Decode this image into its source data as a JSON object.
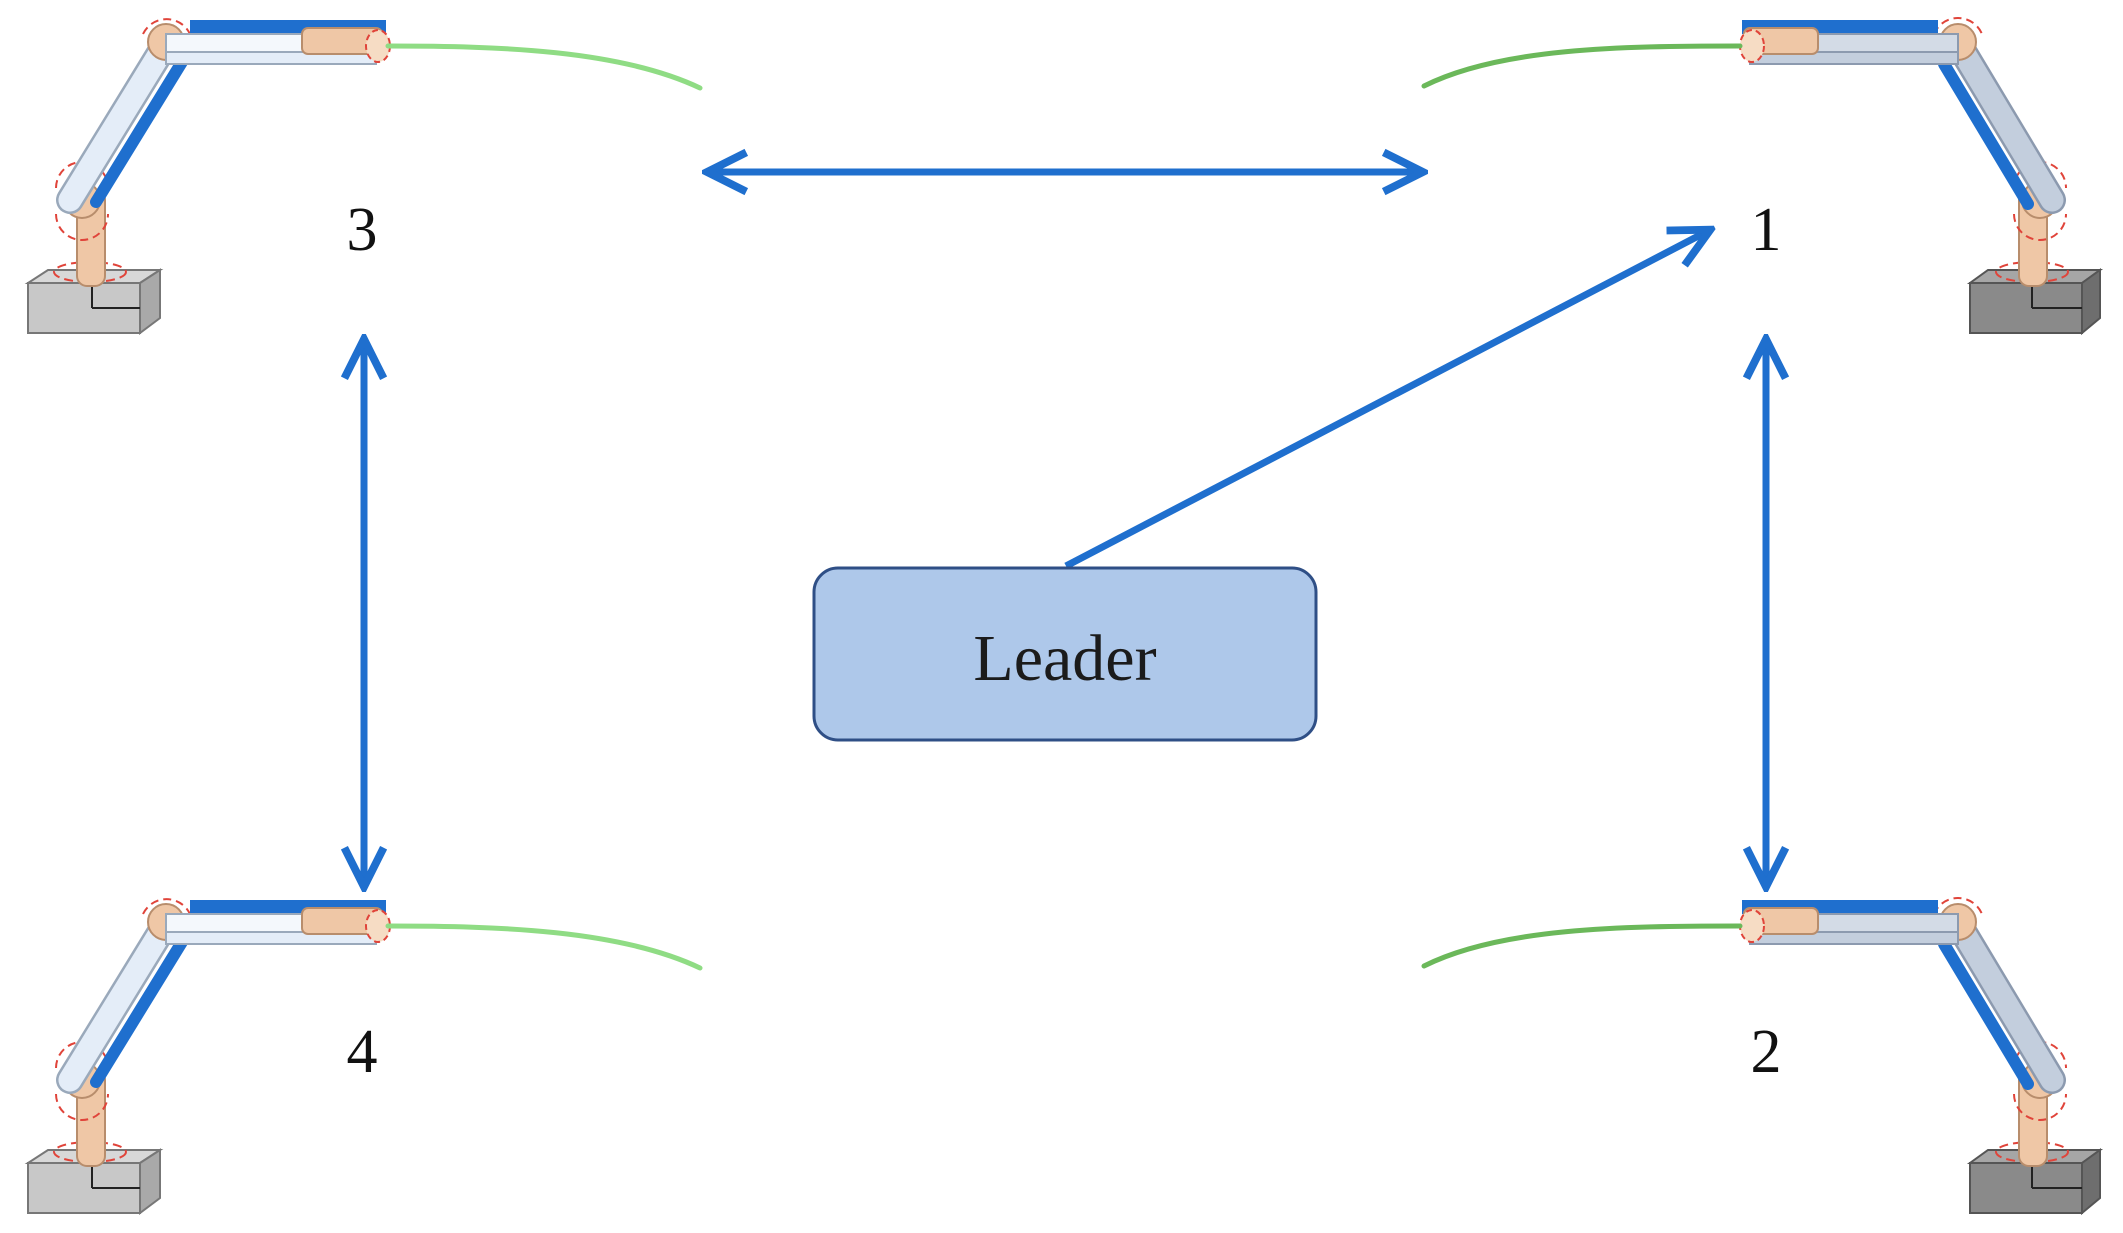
{
  "diagram": {
    "leader": {
      "label": "Leader"
    },
    "agents": [
      {
        "id": "1",
        "label": "1"
      },
      {
        "id": "2",
        "label": "2"
      },
      {
        "id": "3",
        "label": "3"
      },
      {
        "id": "4",
        "label": "4"
      }
    ],
    "edges": [
      {
        "from": "3",
        "to": "1",
        "direction": "bidirectional"
      },
      {
        "from": "3",
        "to": "4",
        "direction": "bidirectional"
      },
      {
        "from": "1",
        "to": "2",
        "direction": "bidirectional"
      },
      {
        "from": "Leader",
        "to": "1",
        "direction": "forward"
      }
    ]
  },
  "colors": {
    "arrow": "#1f6fce",
    "leader_fill": "#aec8ea",
    "leader_stroke": "#2f4f86",
    "arm_blue": "#1f6fce",
    "arm_light_left": "#dde9f6",
    "arm_light_right": "#c3cedd",
    "joint_skin": "#efc7a6",
    "joint_marker": "#e0443a",
    "cable_left": "#8fdc84",
    "cable_right": "#6bb85a",
    "base_left": "#c8c8c8",
    "base_right": "#8a8a8a"
  }
}
